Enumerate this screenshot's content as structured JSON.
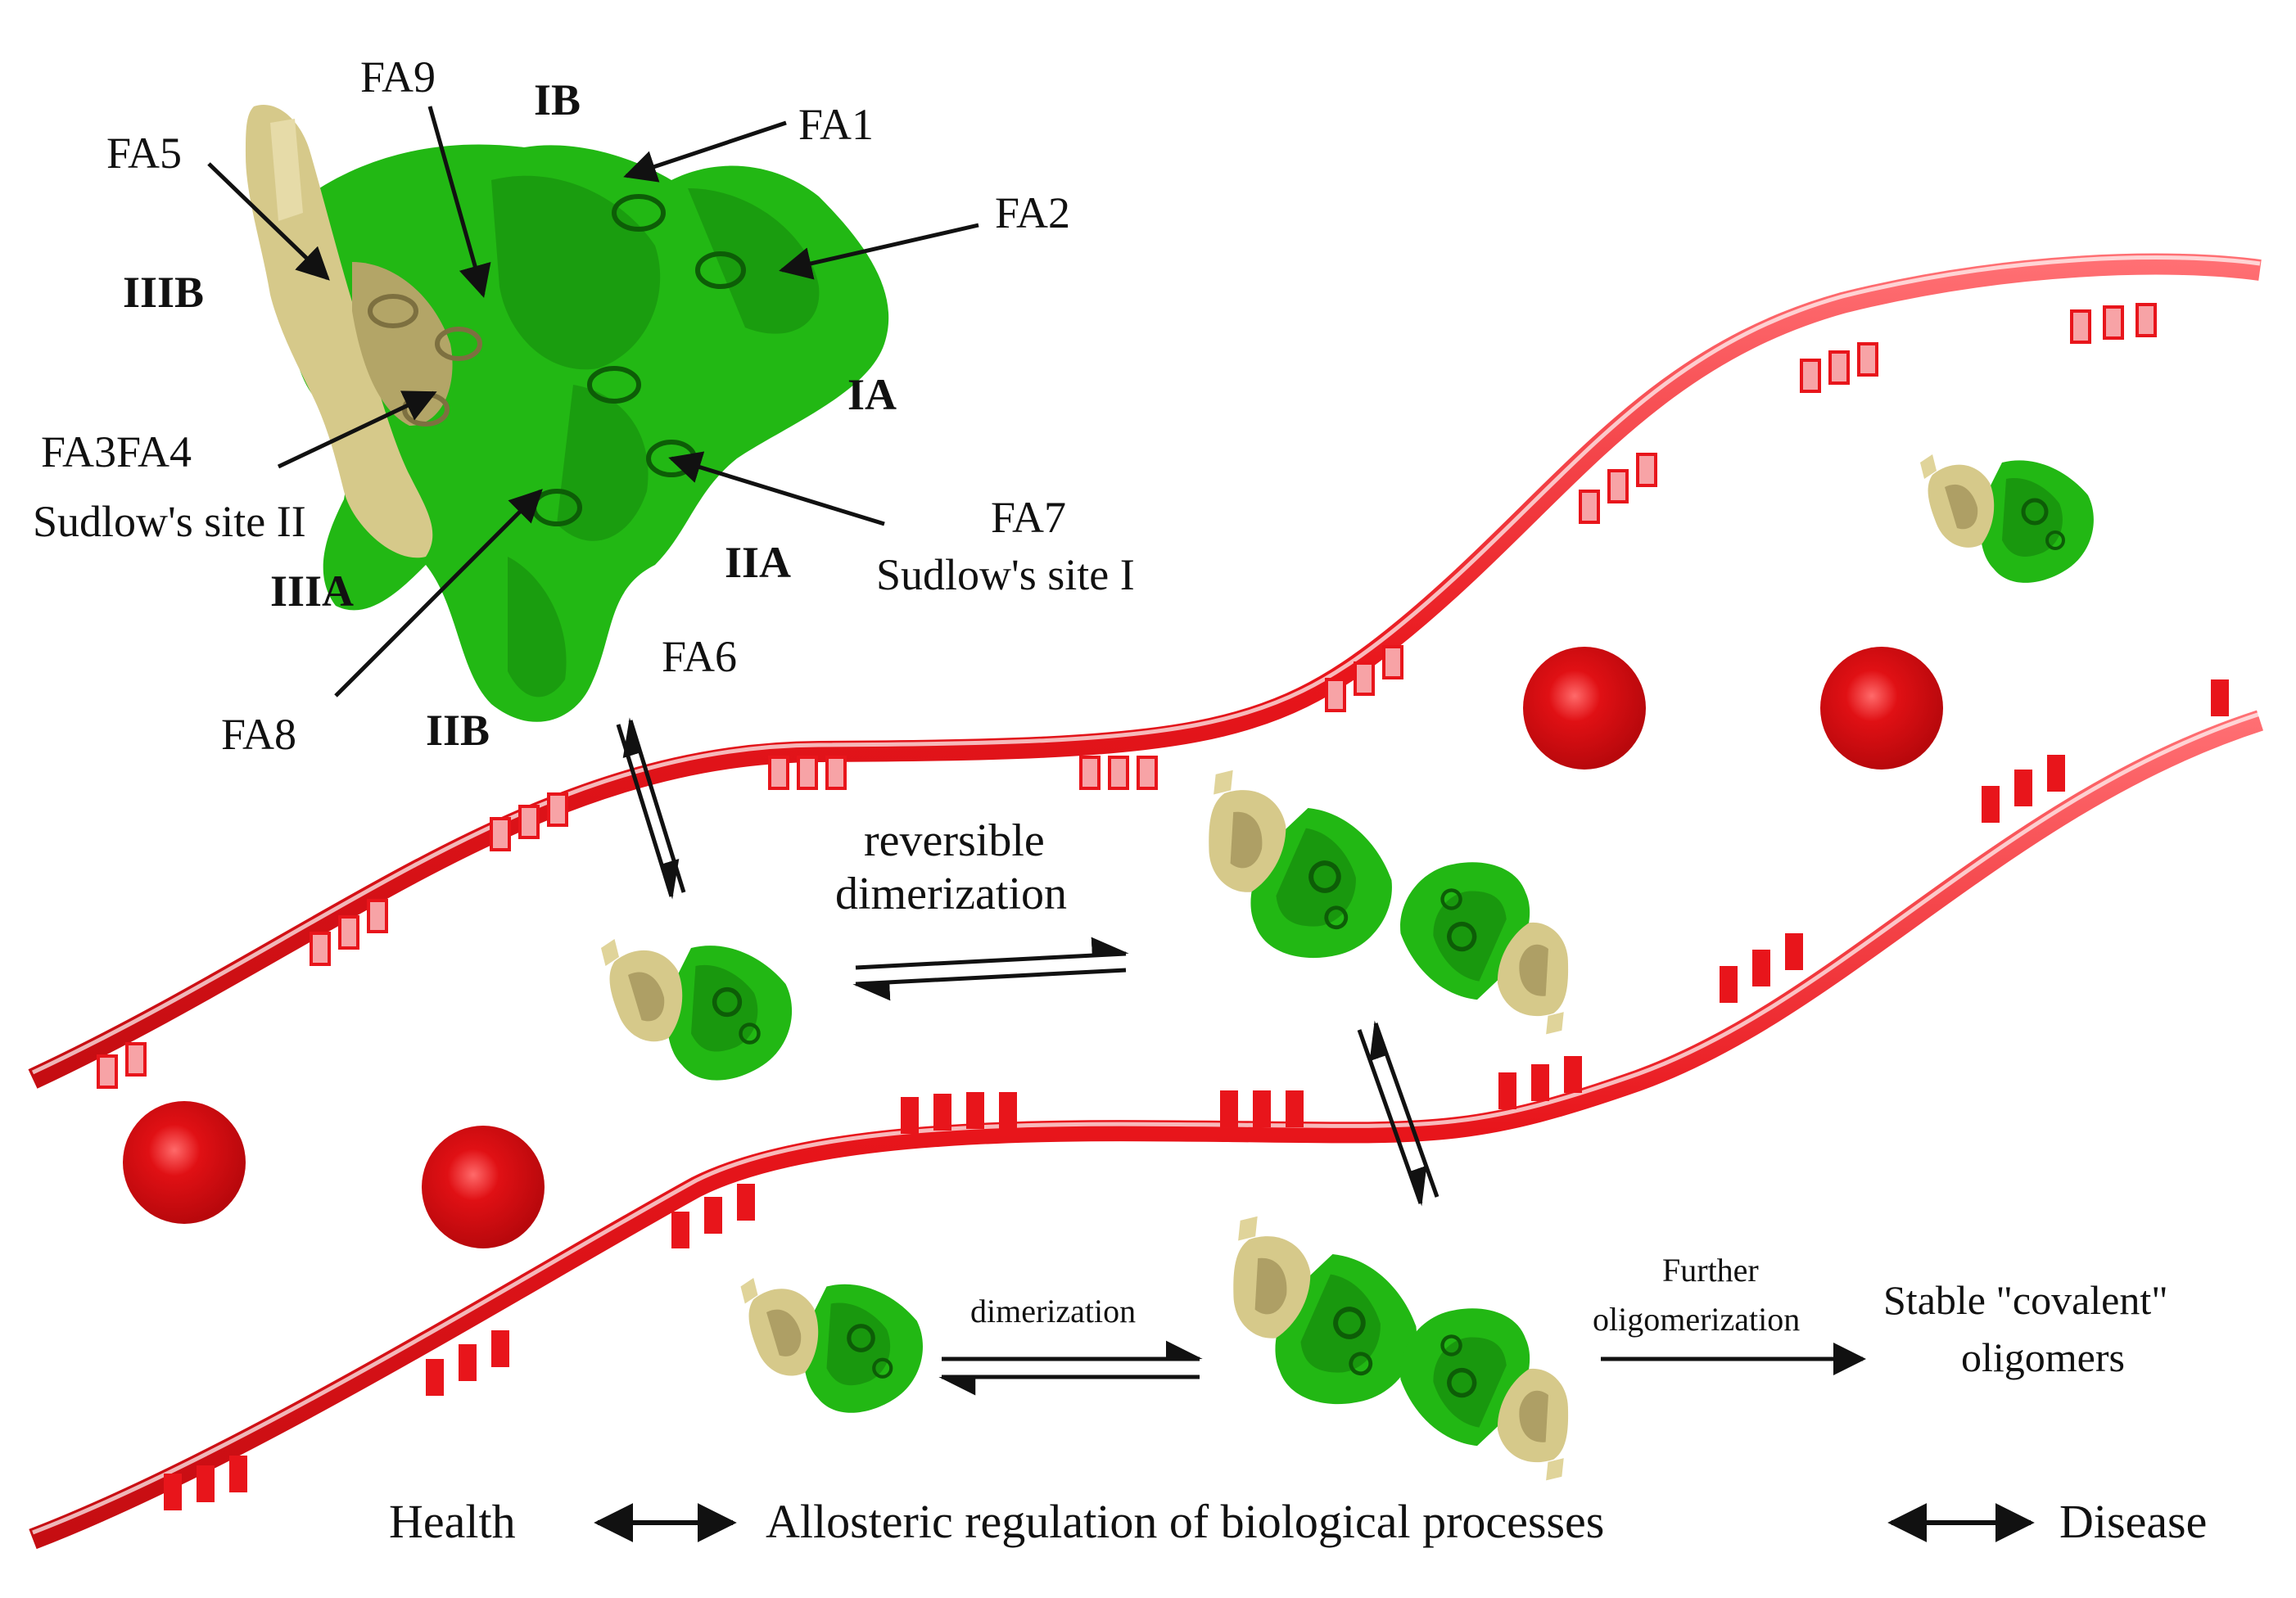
{
  "colors": {
    "vessel_red": "#e8151b",
    "vessel_light": "#f7a3a6",
    "protein_green": "#22b814",
    "protein_dark_green": "#158a0c",
    "protein_tan": "#d6c98a",
    "protein_dark_tan": "#9c8d55",
    "cell_red": "#e01014",
    "arrow": "#111111"
  },
  "icons": [
    "albumin-protein-icon",
    "red-blood-cell-icon",
    "blood-vessel-wall"
  ],
  "domain_labels": {
    "ib": "IB",
    "ia": "IA",
    "iia": "IIA",
    "iib": "IIB",
    "iiia": "IIIA",
    "iiib": "IIIB"
  },
  "site_labels": {
    "fa1": "FA1",
    "fa2": "FA2",
    "fa5": "FA5",
    "fa6": "FA6",
    "fa7": "FA7",
    "fa8": "FA8",
    "fa9": "FA9",
    "fa3fa4": "FA3FA4",
    "sudlow_ii": "Sudlow's site II",
    "sudlow_i": "Sudlow's site I"
  },
  "process_labels": {
    "reversible_1": "reversible",
    "reversible_2": "dimerization",
    "dimerization": "dimerization",
    "further_1": "Further",
    "further_2": "oligomerization",
    "stable_1": "Stable \"covalent\"",
    "stable_2": "oligomers"
  },
  "bottom_line": {
    "health": "Health",
    "center": "Allosteric regulation of biological processes",
    "disease": "Disease"
  }
}
